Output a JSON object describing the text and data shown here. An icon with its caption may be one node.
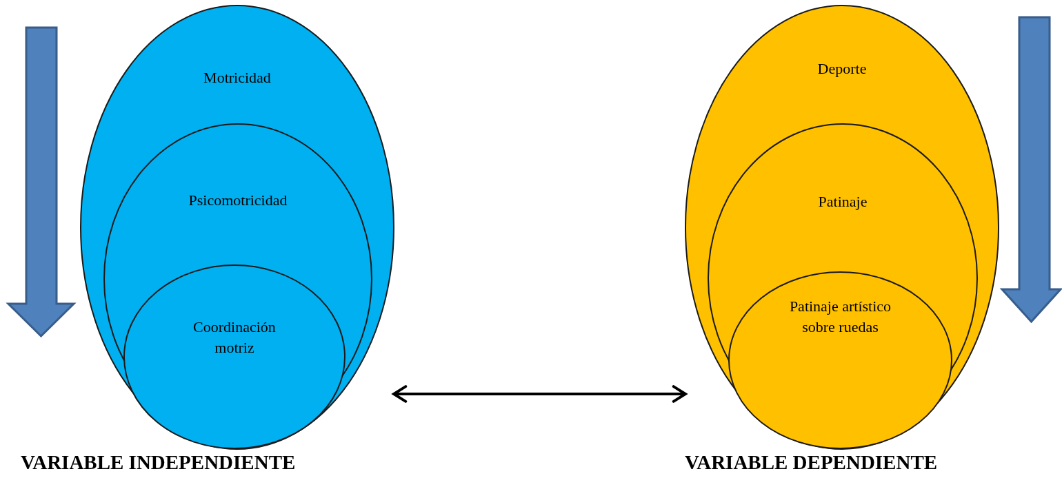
{
  "diagram": {
    "nodes": [
      {
        "text": [
          "Motricidad"
        ],
        "beside": [
          "VARIABLE INDEPENDIENTE"
        ]
      },
      {
        "text": [
          "Psicomotricidad"
        ],
        "in": 0
      },
      {
        "text": [
          "Coordinación motriz"
        ],
        "in": 1
      },
      {
        "text": [
          "Deporte"
        ],
        "beside": [
          "VARIABLE DEPENDIENTE"
        ]
      },
      {
        "text": [
          "Patinaje"
        ],
        "in": 3
      },
      {
        "text": [
          "Patinaje artístico sobre ruedas"
        ],
        "in": 4
      }
    ],
    "edges": [
      {
        "from": 0,
        "to": 3,
        "arrow": "both"
      }
    ]
  }
}
